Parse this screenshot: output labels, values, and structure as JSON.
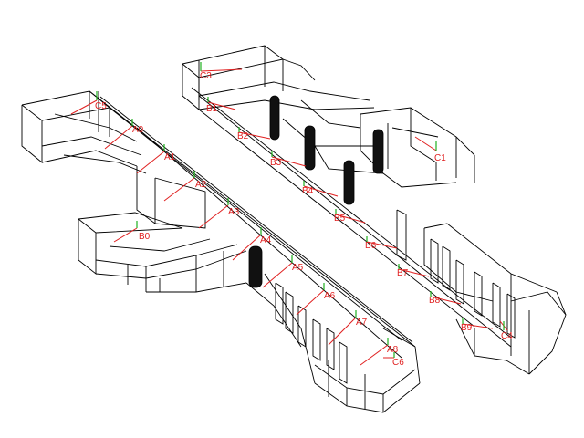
{
  "colors": {
    "background": "#ffffff",
    "wireframe": "#000000",
    "label": "#e02020",
    "marker": "#20b020",
    "pillar": "#111111"
  },
  "labels": {
    "A0": "A0",
    "A1": "A1",
    "A2": "A2",
    "A3": "A3",
    "A4": "A4",
    "A5": "A5",
    "A6": "A6",
    "A7": "A7",
    "A8": "A8",
    "B0": "B0",
    "B1": "B1",
    "B2": "B2",
    "B3": "B3",
    "B4": "B4",
    "B5": "B5",
    "B6": "B6",
    "B7": "B7",
    "B8": "B8",
    "B9": "B9",
    "C1": "C1",
    "C3": "C3",
    "C4": "C4",
    "C5": "C5",
    "C6": "C6"
  }
}
